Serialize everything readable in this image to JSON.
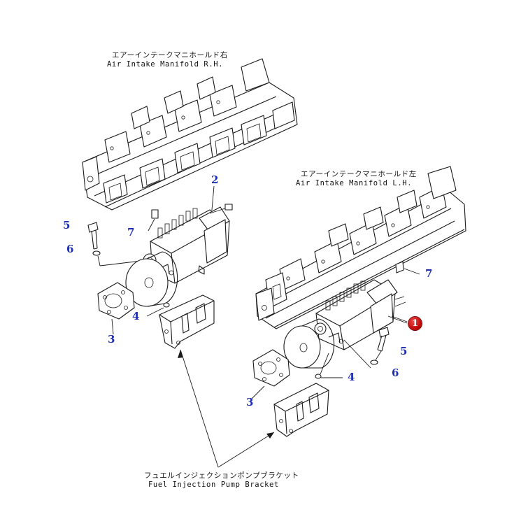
{
  "labels": {
    "manifold_rh_jp": "エアーインテークマニホールド右",
    "manifold_rh_en": "Air Intake Manifold R.H.",
    "manifold_lh_jp": "エアーインテークマニホールド左",
    "manifold_lh_en": "Air Intake Manifold L.H.",
    "bracket_jp": "フュエルインジェクションポンプブラケット",
    "bracket_en": "Fuel Injection Pump Bracket"
  },
  "callouts": {
    "left_pump": "2",
    "left_bolt": "5",
    "left_washer": "6",
    "left_plug": "7",
    "left_nut": "4",
    "left_coupling": "3",
    "right_pump": "1",
    "right_bolt": "5",
    "right_washer": "6",
    "right_plug": "7",
    "right_nut": "4",
    "right_coupling": "3"
  },
  "colors": {
    "callout_blue": "#1f2fb0",
    "callout_highlight_red": "#cc0000",
    "line": "#1a1a1a"
  }
}
